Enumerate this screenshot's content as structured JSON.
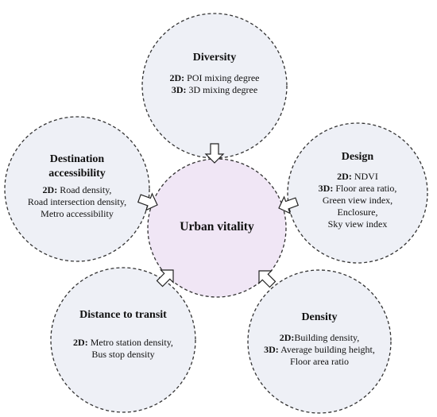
{
  "center": {
    "title": "Urban vitality"
  },
  "nodes": {
    "diversity": {
      "title": "Diversity",
      "lines": [
        {
          "prefix": "2D:",
          "text": " POI mixing degree"
        },
        {
          "prefix": "3D:",
          "text": " 3D mixing degree"
        }
      ]
    },
    "accessibility": {
      "title_line1": "Destination",
      "title_line2": "accessibility",
      "lines": [
        {
          "prefix": "2D:",
          "text": " Road density,"
        },
        {
          "prefix": "",
          "text": "Road intersection density,"
        },
        {
          "prefix": "",
          "text": "Metro accessibility"
        }
      ]
    },
    "design": {
      "title": "Design",
      "lines": [
        {
          "prefix": "2D:",
          "text": " NDVI"
        },
        {
          "prefix": "3D:",
          "text": " Floor area ratio,"
        },
        {
          "prefix": "",
          "text": "Green view index,"
        },
        {
          "prefix": "",
          "text": "Enclosure,"
        },
        {
          "prefix": "",
          "text": "Sky view index"
        }
      ]
    },
    "transit": {
      "title": "Distance to transit",
      "lines": [
        {
          "prefix": "2D:",
          "text": " Metro station density,"
        },
        {
          "prefix": "",
          "text": "Bus stop density"
        }
      ]
    },
    "density": {
      "title": "Density",
      "lines": [
        {
          "prefix": "2D:",
          "text": "Building density,"
        },
        {
          "prefix": "3D:",
          "text": " Average building height,"
        },
        {
          "prefix": "",
          "text": "Floor area ratio"
        }
      ]
    }
  }
}
